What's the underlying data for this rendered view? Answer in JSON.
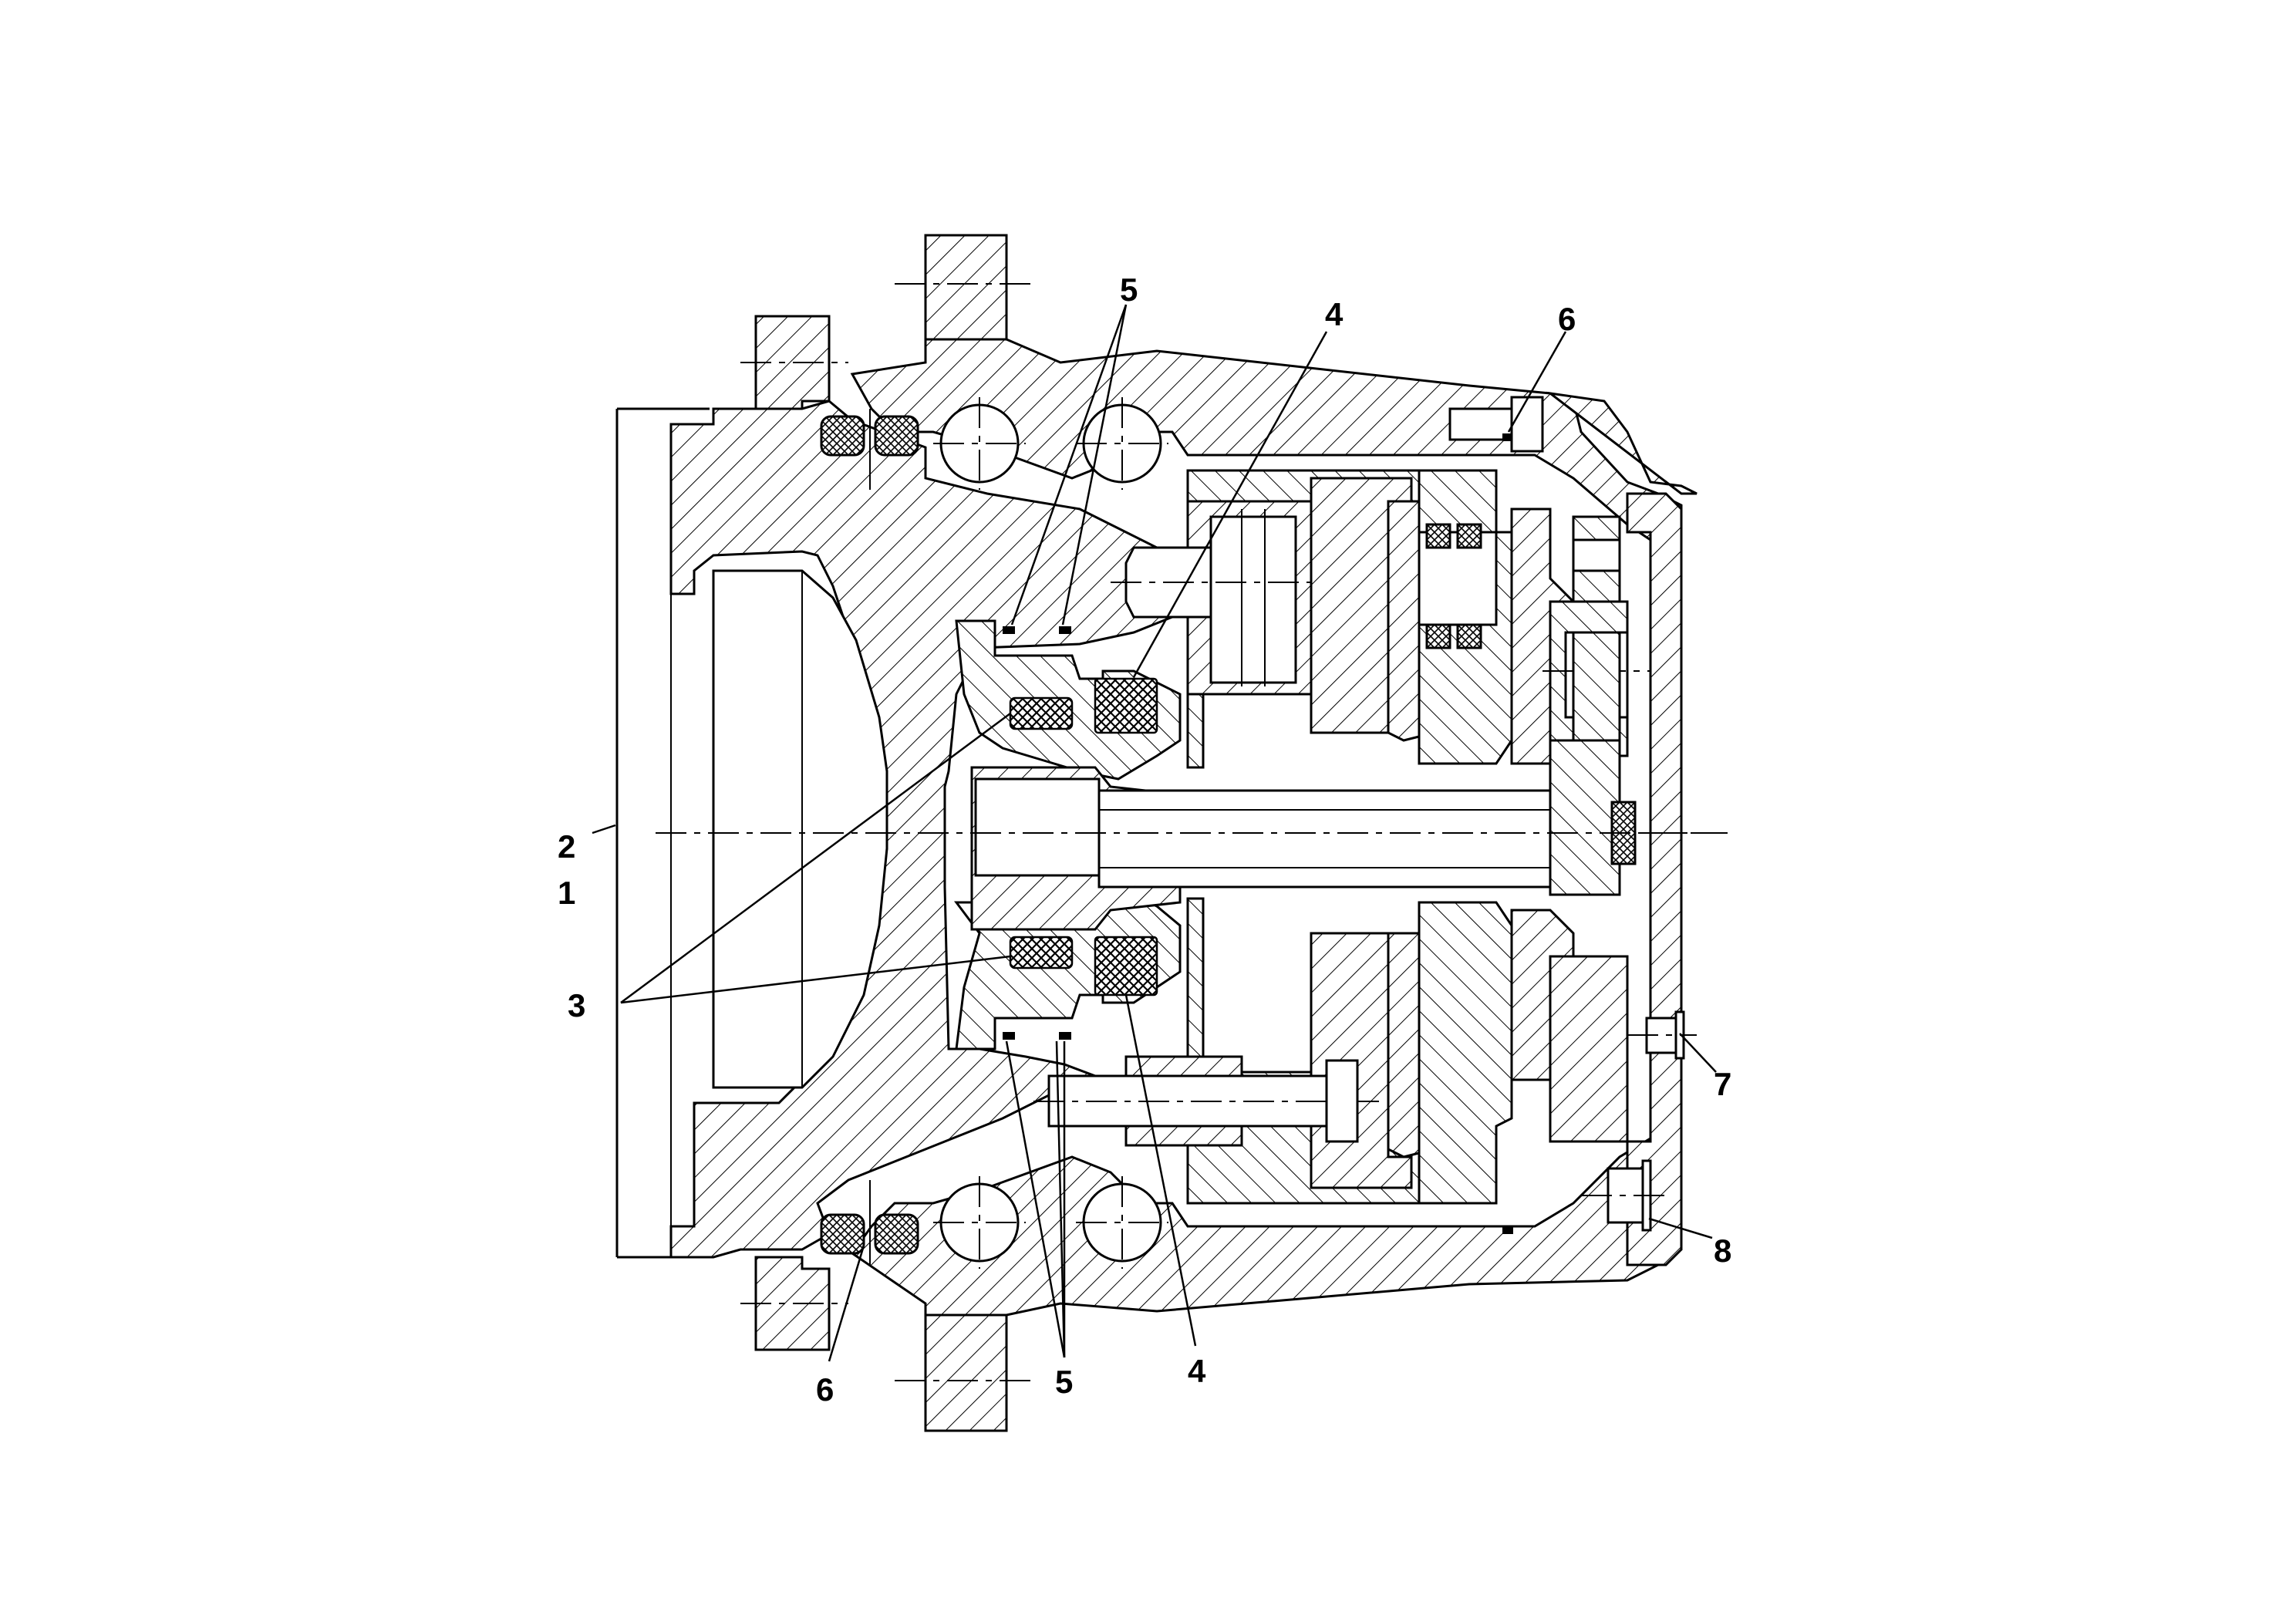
{
  "callouts": {
    "c1": "1",
    "c2": "2",
    "c3": "3",
    "c4_top": "4",
    "c4_bottom": "4",
    "c5_top": "5",
    "c5_bottom": "5",
    "c6_top": "6",
    "c6_bottom": "6",
    "c7": "7",
    "c8": "8"
  }
}
